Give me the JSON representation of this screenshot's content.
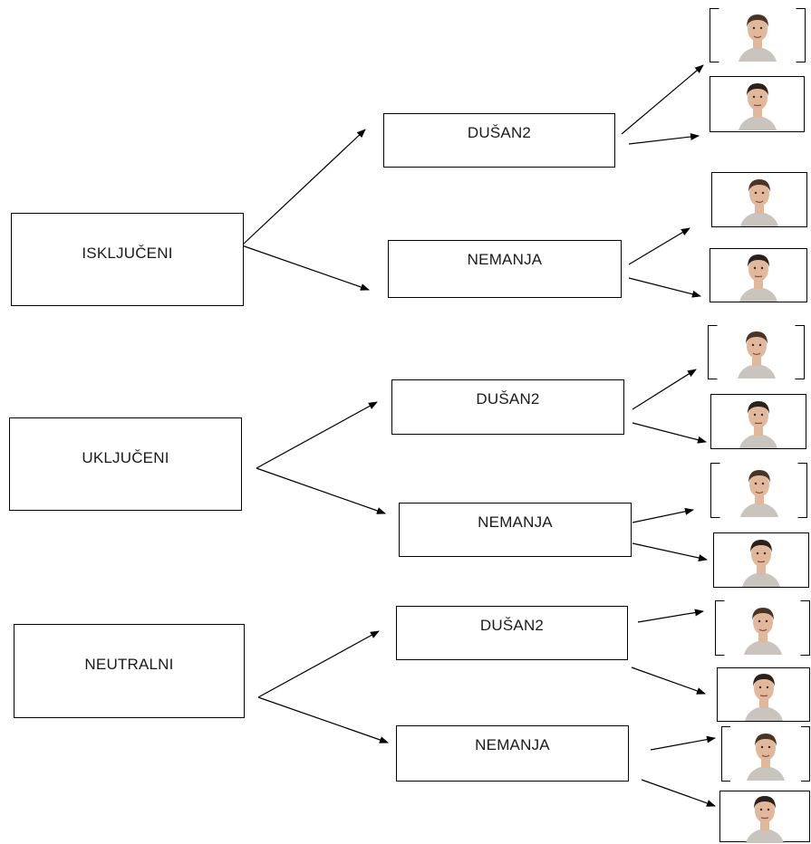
{
  "groups": [
    {
      "label": "ISKLJUČENI",
      "children": [
        {
          "label": "DUŠAN2",
          "faces": [
            {
              "subject": "smiling man",
              "hair": "dark-brown"
            },
            {
              "subject": "neutral man",
              "hair": "dark"
            }
          ]
        },
        {
          "label": "NEMANJA",
          "faces": [
            {
              "subject": "smiling man",
              "hair": "dark-brown"
            },
            {
              "subject": "neutral man",
              "hair": "dark"
            }
          ]
        }
      ]
    },
    {
      "label": "UKLJUČENI",
      "children": [
        {
          "label": "DUŠAN2",
          "faces": [
            {
              "subject": "smiling man",
              "hair": "dark-brown"
            },
            {
              "subject": "neutral man",
              "hair": "dark"
            }
          ]
        },
        {
          "label": "NEMANJA",
          "faces": [
            {
              "subject": "smiling man",
              "hair": "dark-brown"
            },
            {
              "subject": "neutral man",
              "hair": "dark"
            }
          ]
        }
      ]
    },
    {
      "label": "NEUTRALNI",
      "children": [
        {
          "label": "DUŠAN2",
          "faces": [
            {
              "subject": "smiling man",
              "hair": "dark-brown"
            },
            {
              "subject": "neutral man",
              "hair": "dark"
            }
          ]
        },
        {
          "label": "NEMANJA",
          "faces": [
            {
              "subject": "smiling man",
              "hair": "dark-brown"
            },
            {
              "subject": "neutral man",
              "hair": "dark"
            }
          ]
        }
      ]
    }
  ],
  "colors": {
    "line": "#000000",
    "skin": "#e2b89c",
    "hair_dark": "#2b211c",
    "hair_brown": "#4a3426",
    "shirt": "#c9c4bd"
  }
}
